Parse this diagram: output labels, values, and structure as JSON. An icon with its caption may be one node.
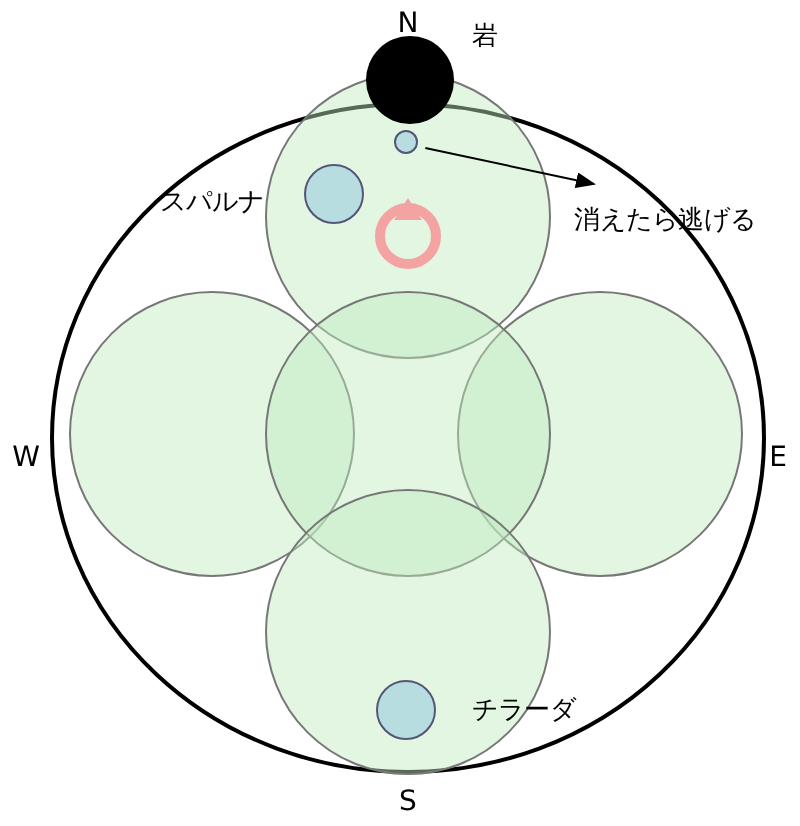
{
  "diagram": {
    "nodes": [
      {
        "text": [],
        "shape": "circle",
        "beside": [
          "岩"
        ]
      },
      {
        "text": [],
        "shape": "circle"
      },
      {
        "text": [
          "消えたら逃げる"
        ]
      },
      {
        "text": [],
        "shape": "circle",
        "beside": [
          "スパルナ"
        ]
      },
      {
        "text": [],
        "shape": "circle",
        "beside": [
          "チラーダ"
        ]
      }
    ],
    "edges": [
      {
        "from": 1,
        "to": 2,
        "arrow": "to"
      }
    ],
    "labels": [
      "N",
      "W",
      "E",
      "S"
    ]
  }
}
